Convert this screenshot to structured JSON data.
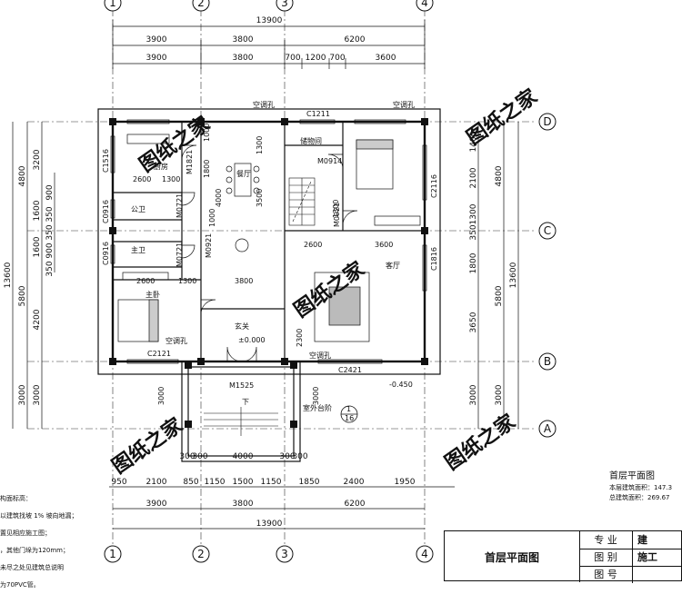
{
  "dims": {
    "top_total": "13900",
    "top_row1": [
      "3900",
      "3800",
      "6200"
    ],
    "top_row2": [
      "3900",
      "3800",
      "700",
      "1200",
      "700",
      "3600"
    ],
    "bottom_row1": [
      "950",
      "2100",
      "850",
      "1150",
      "1500",
      "1150",
      "1850",
      "2400",
      "1950"
    ],
    "bottom_row2": [
      "3900",
      "3800",
      "6200"
    ],
    "bottom_total": "13900",
    "porch_row": [
      "300",
      "300",
      "4000",
      "300",
      "300"
    ],
    "left_total": "13600",
    "left_row1": [
      "4800",
      "5800",
      "3000"
    ],
    "left_row2": [
      "3200",
      "1600",
      "1600",
      "4200",
      "3000"
    ],
    "left_small": [
      "900",
      "350",
      "350",
      "900",
      "350"
    ],
    "right_total": "13600",
    "right_row1": [
      "4800",
      "5800",
      "3000"
    ],
    "right_row2": [
      "1400",
      "2100",
      "1300",
      "350",
      "1800",
      "3650",
      "3000"
    ],
    "interior": [
      "2600",
      "1300",
      "1800",
      "1000",
      "1300",
      "4000",
      "3500",
      "1000",
      "1300",
      "2600",
      "3600",
      "2600",
      "1300",
      "3800",
      "2300",
      "3000",
      "3000"
    ]
  },
  "axes": {
    "cols": [
      "1",
      "2",
      "3",
      "4"
    ],
    "rows": [
      "D",
      "C",
      "B",
      "A"
    ]
  },
  "rooms": {
    "kitchen": "厨房",
    "storage": "储物间",
    "dining": "餐厅",
    "public_wc": "公卫",
    "main_wc": "主卫",
    "living": "客厅",
    "master": "主卧",
    "foyer": "玄关",
    "level": "±0.000",
    "outdoor_level": "-0.450",
    "down": "下",
    "step": "室外台阶"
  },
  "openings": {
    "c1211": "C1211",
    "c1516": "C1516",
    "m1821": "M1821",
    "m0914": "M0914",
    "m0921a": "M0921",
    "m0921b": "M0921",
    "c2116": "C2116",
    "c0916a": "C0916",
    "c0916b": "C0916",
    "m0721a": "M0721",
    "m0721b": "M0721",
    "c1816": "C1816",
    "c2121": "C2121",
    "c2421": "C2421",
    "m1525": "M1525",
    "ac": "空调孔"
  },
  "section_mark": {
    "top": "1",
    "bottom": "16"
  },
  "watermark": "图纸之家",
  "summary": {
    "title": "首层平面图",
    "area1": "本层建筑面积：147.3",
    "area2": "总建筑面积：269.67"
  },
  "notes": [
    "构面标高：",
    "以建筑找坡 1% 坡向地漏；",
    "置见相应施工图；",
    "，其他门垛为120mm；",
    "未尽之处见建筑总说明",
    "为70PVC管。"
  ],
  "titleblock": {
    "name": "首层平面图",
    "rows": [
      {
        "k": "专 业",
        "v": "建"
      },
      {
        "k": "图 别",
        "v": "施工"
      },
      {
        "k": "图 号",
        "v": ""
      }
    ]
  }
}
